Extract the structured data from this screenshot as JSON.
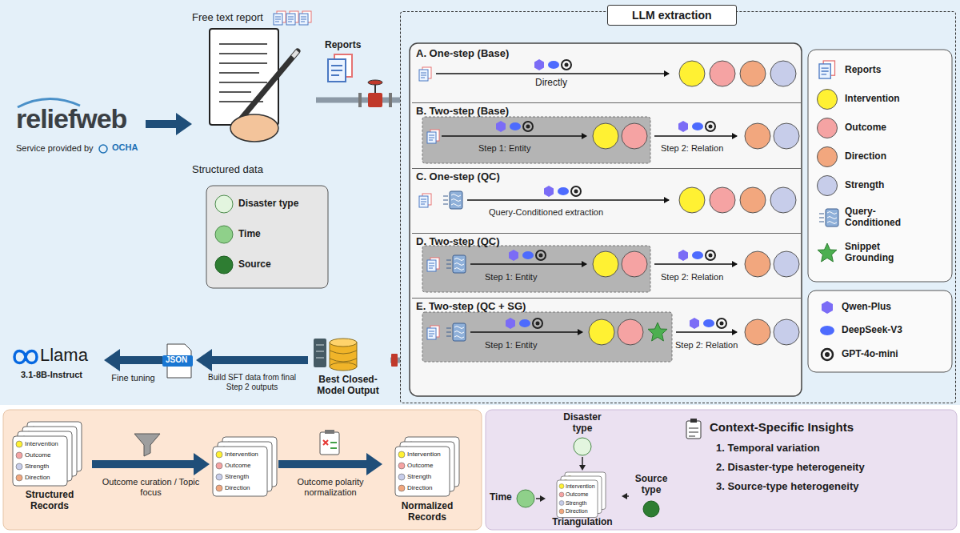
{
  "diagram": {
    "nodes": [
      {
        "text": [
          "reliefweb",
          "Service provided by",
          "OCHA"
        ]
      },
      {
        "text": [
          "Free text report"
        ]
      },
      {
        "text": [
          "Structured data",
          "Disaster type",
          "Time",
          "Source"
        ]
      },
      {
        "text": [
          "LLM extraction"
        ]
      },
      {
        "text": [
          "A. One-step (Base)",
          "Directly"
        ],
        "in": 3
      },
      {
        "text": [
          "B. Two-step (Base)",
          "Step 1: Entity",
          "Step 2: Relation"
        ],
        "in": 3
      },
      {
        "text": [
          "C. One-step (QC)",
          "Query-Conditioned extraction"
        ],
        "in": 3
      },
      {
        "text": [
          "D. Two-step (QC)",
          "Step 1: Entity",
          "Step 2: Relation"
        ],
        "in": 3
      },
      {
        "text": [
          "E. Two-step (QC + SG)",
          "Step 1: Entity",
          "Step 2: Relation"
        ],
        "in": 3
      },
      {
        "text": [
          "Best Closed-Model Output"
        ]
      },
      {
        "text": [
          "JSON"
        ]
      },
      {
        "text": [
          "Llama",
          "3.1-8B-Instruct"
        ]
      },
      {
        "text": [
          "Intervention",
          "Outcome",
          "Strength",
          "Direction",
          "Structured Records"
        ]
      },
      {
        "text": [
          "Intervention",
          "Outcome",
          "Strength",
          "Direction"
        ]
      },
      {
        "text": [
          "Intervention",
          "Outcome",
          "Strength",
          "Direction",
          "Normalized Records"
        ]
      },
      {
        "text": [
          "Disaster type"
        ]
      },
      {
        "text": [
          "Time"
        ]
      },
      {
        "text": [
          "Source type"
        ]
      },
      {
        "text": [
          "Intervention",
          "Outcome",
          "Strength",
          "Direction",
          "Triangulation"
        ]
      },
      {
        "text": [
          "Context-Specific Insights",
          "1. Temporal variation",
          "2. Disaster-type heterogeneity",
          "3. Source-type heterogeneity"
        ]
      }
    ],
    "edges": [
      {
        "from": 0,
        "to": 1,
        "arrow": "to"
      },
      {
        "from": 1,
        "to": 3,
        "arrow": "none"
      },
      {
        "from": 3,
        "to": 9,
        "arrow": "none"
      },
      {
        "from": 9,
        "to": 10,
        "label": "Build SFT data from final Step 2 outputs",
        "arrow": "to"
      },
      {
        "from": 10,
        "to": 11,
        "label": "Fine tuning",
        "arrow": "to"
      },
      {
        "from": 12,
        "to": 13,
        "label": "Outcome curation / Topic focus",
        "arrow": "to"
      },
      {
        "from": 13,
        "to": 14,
        "label": "Outcome polarity normalization",
        "arrow": "to"
      },
      {
        "from": 15,
        "to": 18,
        "arrow": "to"
      },
      {
        "from": 16,
        "to": 18,
        "arrow": "to"
      },
      {
        "from": 17,
        "to": 18,
        "arrow": "to"
      }
    ],
    "labels": [
      "Reports"
    ],
    "legend": [
      {
        "text": "Reports"
      },
      {
        "text": "Intervention",
        "color": "#fff133"
      },
      {
        "text": "Outcome",
        "color": "#f5a3a3"
      },
      {
        "text": "Direction",
        "color": "#f2a77e"
      },
      {
        "text": "Strength",
        "color": "#c7cdea"
      },
      {
        "text": "Query-Conditioned"
      },
      {
        "text": "Snippet Grounding"
      },
      {
        "text": "Qwen-Plus"
      },
      {
        "text": "DeepSeek-V3"
      },
      {
        "text": "GPT-4o-mini"
      }
    ]
  }
}
